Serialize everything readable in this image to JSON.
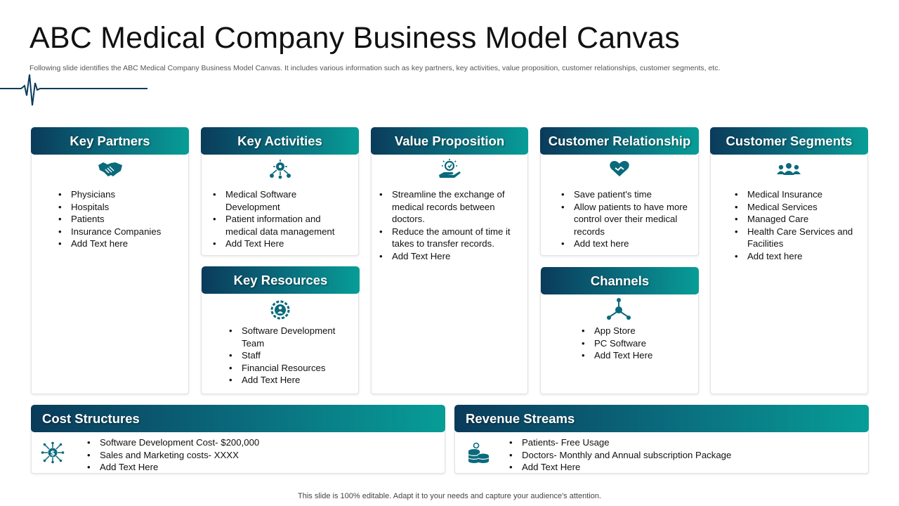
{
  "title": "ABC Medical Company Business Model Canvas",
  "subtitle": "Following slide identifies the ABC Medical Company Business Model Canvas. It includes various information such as key partners, key  activities, value proposition, customer relationships, customer segments,  etc.",
  "colors": {
    "header_start": "#0a3b5a",
    "header_end": "#089d97",
    "icon": "#0a6a7c"
  },
  "key_partners": {
    "title": "Key Partners",
    "icon": "handshake-icon",
    "items": [
      "Physicians",
      "Hospitals",
      "Patients",
      "Insurance Companies",
      "Add Text here"
    ]
  },
  "key_activities": {
    "title": "Key Activities",
    "icon": "network-gear-icon",
    "items": [
      "Medical Software Development",
      "Patient information and medical data management",
      "Add Text Here"
    ]
  },
  "value_proposition": {
    "title": "Value Proposition",
    "icon": "hand-idea-icon",
    "items": [
      "Streamline the exchange of medical records between doctors.",
      "Reduce the amount of time it takes to transfer records.",
      "Add Text Here"
    ]
  },
  "customer_relationship": {
    "title": "Customer Relationship",
    "icon": "heart-handshake-icon",
    "items": [
      "Save patient's time",
      "Allow patients to have more control over their medical records",
      "Add text here"
    ]
  },
  "customer_segments": {
    "title": "Customer Segments",
    "icon": "group-users-icon",
    "items": [
      "Medical Insurance",
      "Medical Services",
      "Managed Care",
      "Health Care Services and Facilities",
      "Add text here"
    ]
  },
  "key_resources": {
    "title": "Key Resources",
    "icon": "gear-people-icon",
    "items": [
      "Software Development Team",
      "Staff",
      "Financial Resources",
      "Add Text Here"
    ]
  },
  "channels": {
    "title": "Channels",
    "icon": "hub-network-icon",
    "items": [
      "App Store",
      "PC Software",
      "Add Text Here"
    ]
  },
  "cost_structures": {
    "title": "Cost Structures",
    "icon": "dollar-network-icon",
    "items": [
      "Software Development Cost- $200,000",
      "Sales and Marketing costs- XXXX",
      "Add Text Here"
    ]
  },
  "revenue_streams": {
    "title": "Revenue Streams",
    "icon": "coins-stack-icon",
    "items": [
      "Patients- Free Usage",
      "Doctors- Monthly and Annual subscription Package",
      "Add Text Here"
    ]
  },
  "footer": "This slide is 100% editable. Adapt it to your needs and capture your audience's attention."
}
